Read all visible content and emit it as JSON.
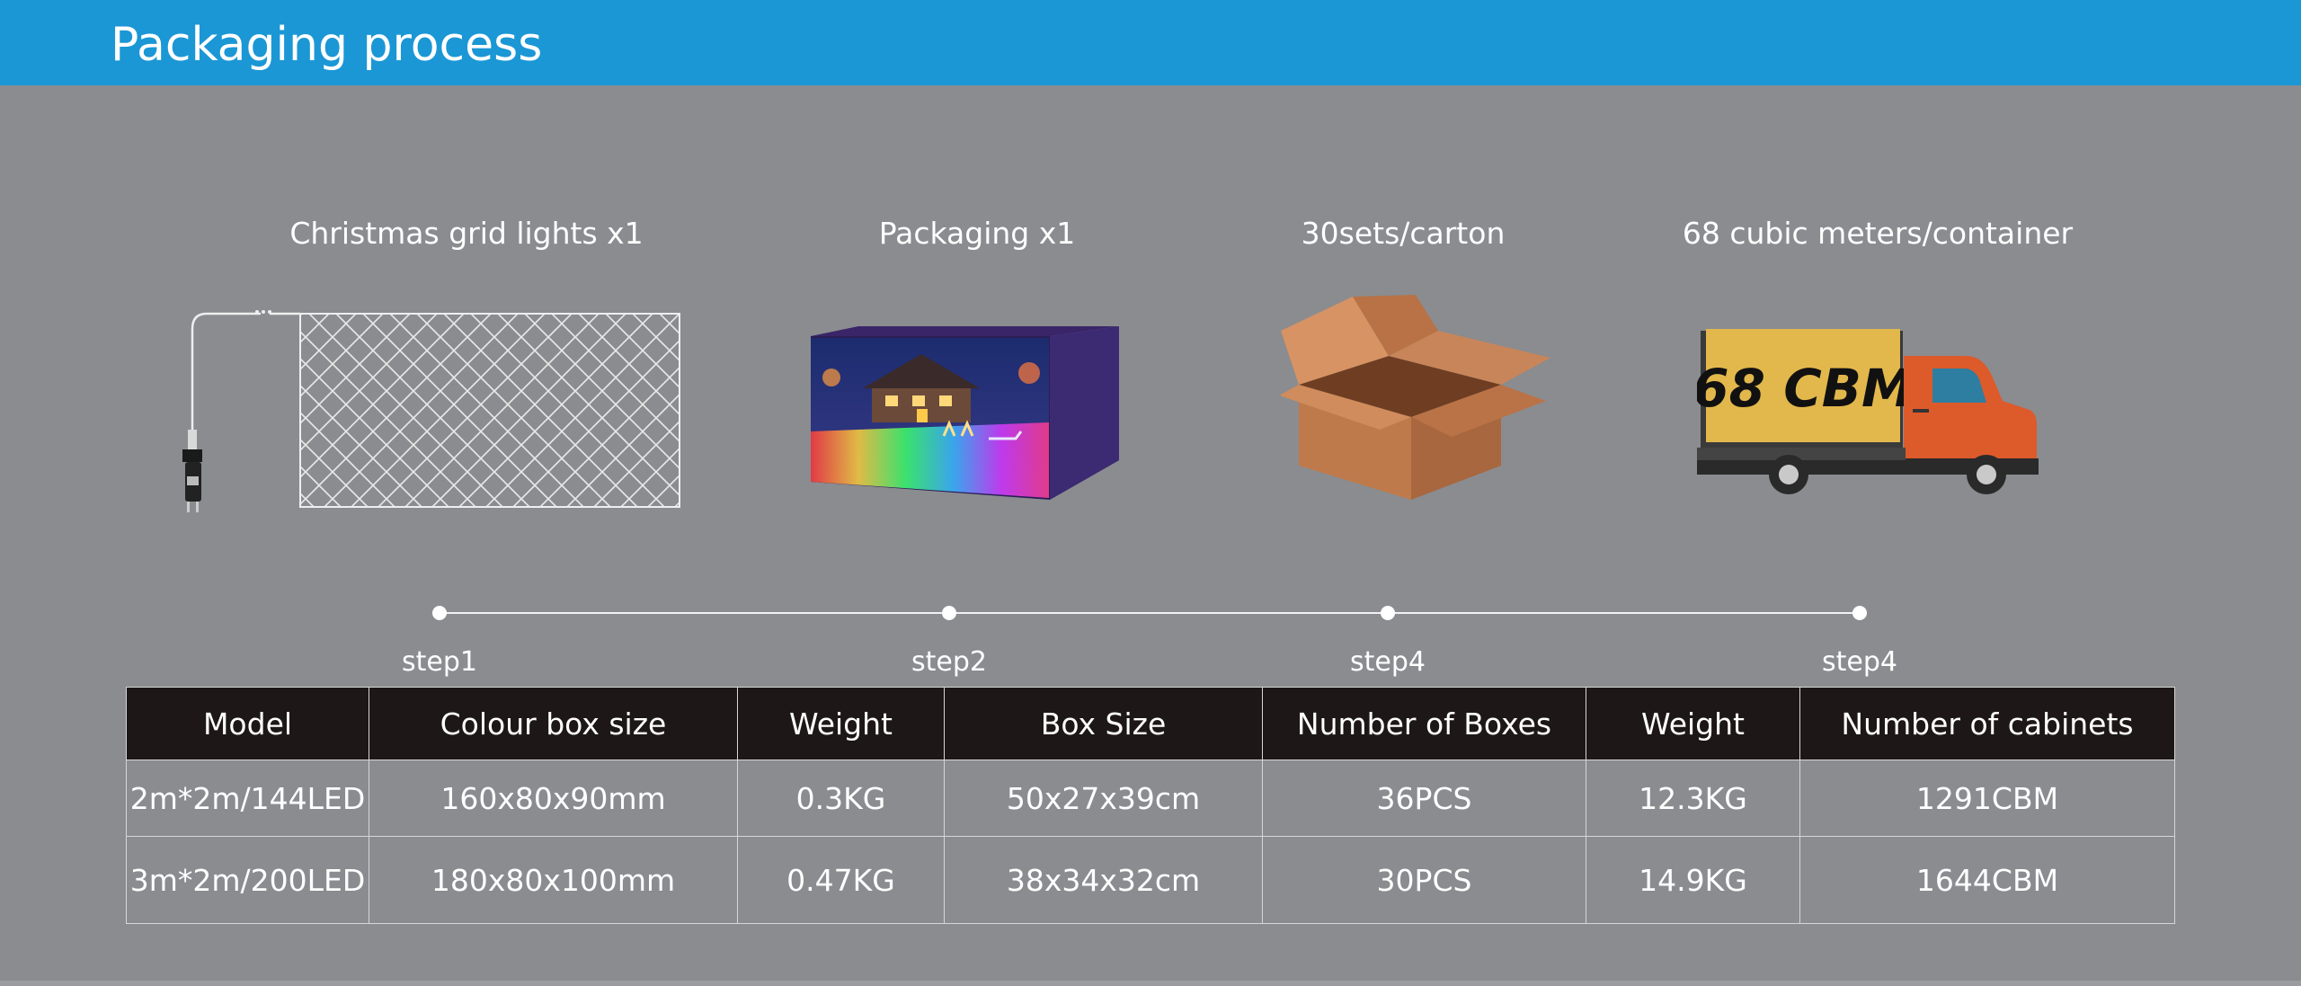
{
  "header": {
    "title": "Packaging process"
  },
  "steps": [
    {
      "caption": "Christmas grid lights x1",
      "label": "step1",
      "icon": "grid-lights-icon"
    },
    {
      "caption": "Packaging x1",
      "label": "step2",
      "icon": "packaging-box-icon"
    },
    {
      "caption": "30sets/carton",
      "label": "step4",
      "icon": "carton-icon"
    },
    {
      "caption": "68 cubic meters/container",
      "label": "step4",
      "icon": "truck-icon"
    }
  ],
  "truck_text": "68 CBM",
  "table": {
    "headers": [
      "Model",
      "Colour box size",
      "Weight",
      "Box Size",
      "Number of Boxes",
      "Weight",
      "Number of cabinets"
    ],
    "rows": [
      [
        "2m*2m/144LED",
        "160x80x90mm",
        "0.3KG",
        "50x27x39cm",
        "36PCS",
        "12.3KG",
        "1291CBM"
      ],
      [
        "3m*2m/200LED",
        "180x80x100mm",
        "0.47KG",
        "38x34x32cm",
        "30PCS",
        "14.9KG",
        "1644CBM"
      ]
    ]
  },
  "colors": {
    "header_bg": "#1b97d5",
    "page_bg": "#8a8c90",
    "table_header_bg": "#1e1717",
    "truck_cab": "#dd5a2b",
    "truck_cargo": "#e2b84c",
    "carton": "#c98454",
    "package": "#3a2568"
  }
}
